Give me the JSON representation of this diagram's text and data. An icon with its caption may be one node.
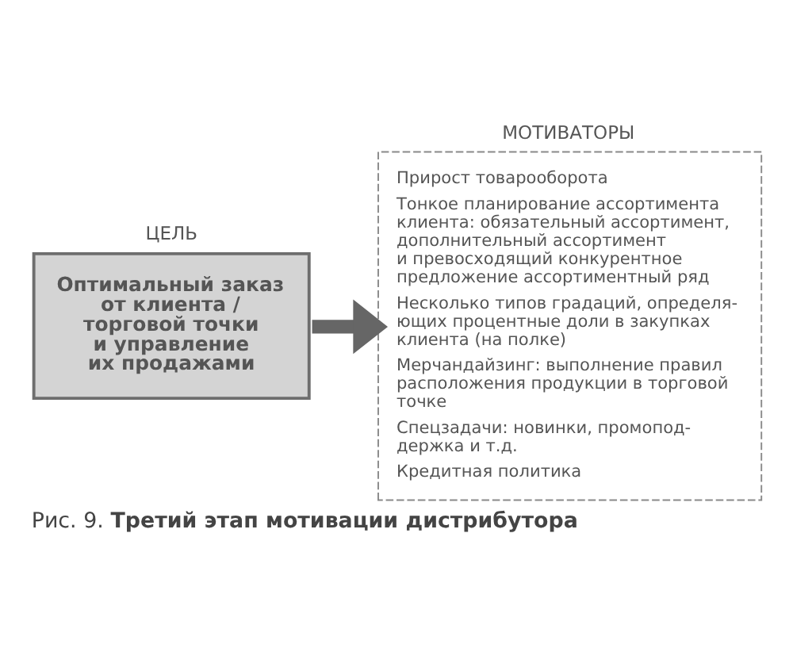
{
  "diagram": {
    "caption": "Рис. 9. **Третий этап мотивации дистрибутора**",
    "nodes": [
      {
        "text": [
          "ЦЕЛЬ",
          "Оптимальный заказ от клиента / торговой точки и управление их продажами"
        ]
      },
      {
        "text": [
          "МОТИВАТОРЫ",
          "Прирост товарооборота",
          "Тонкое планирование ассортимента клиента: обязательный ассортимент, дополнительный ассортимент и превосходящий конкурентное предложение ассортиментный ряд",
          "Несколько типов градаций, определя- ющих процентные доли в закупках клиента (на полке)",
          "Мерчандайзинг: выполнение правил расположения продукции в торговой точке",
          "Спецзадачи: новинки, промопод- держка и т.д.",
          "Кредитная политика"
        ]
      }
    ],
    "edges": [
      {
        "from": 0,
        "to": 1,
        "arrow": "to"
      }
    ]
  }
}
